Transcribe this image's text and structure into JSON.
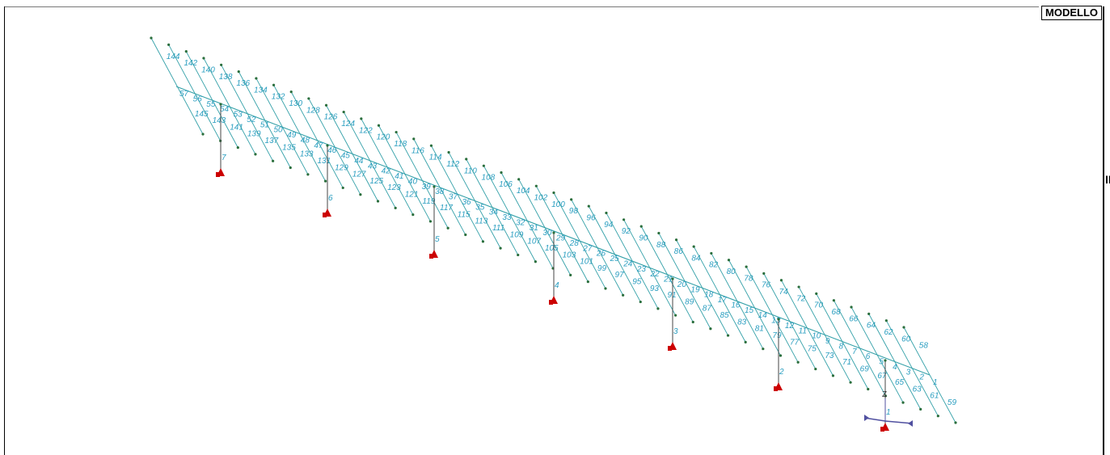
{
  "view": {
    "title": "MODELLO",
    "side_marker": "ID"
  },
  "colors": {
    "member": "#33a0a8",
    "node": "#2a6e3c",
    "label": "#2a9ec0",
    "support": "#cc0000",
    "pier": "#444444",
    "axis_x": "#5050a0",
    "axis_y": "#5050a0"
  },
  "deck": {
    "girder_labels": [
      "1",
      "2",
      "3",
      "4",
      "5",
      "6",
      "7",
      "8",
      "9",
      "10",
      "11",
      "12",
      "13",
      "14",
      "15",
      "16",
      "17",
      "18",
      "19",
      "20",
      "21",
      "22",
      "23",
      "24",
      "25",
      "26",
      "27",
      "28",
      "29",
      "30",
      "31",
      "32",
      "33",
      "34",
      "35",
      "36",
      "37",
      "38",
      "39",
      "40",
      "41",
      "42",
      "43",
      "44",
      "45",
      "46",
      "47",
      "48",
      "49",
      "50",
      "51",
      "52",
      "53",
      "54",
      "55",
      "56",
      "57"
    ],
    "transverse_left_labels": [
      "144",
      "142",
      "140",
      "138",
      "136",
      "134",
      "132",
      "130",
      "128",
      "126",
      "124",
      "122",
      "120",
      "118",
      "116",
      "114",
      "112",
      "110",
      "108",
      "106",
      "104",
      "102",
      "100",
      "98",
      "96",
      "94",
      "92",
      "90",
      "88",
      "86",
      "84",
      "82",
      "80",
      "78",
      "76",
      "74",
      "72",
      "70",
      "68",
      "66",
      "64",
      "62",
      "60",
      "58"
    ],
    "transverse_right_labels": [
      "145",
      "143",
      "141",
      "139",
      "137",
      "135",
      "133",
      "131",
      "129",
      "127",
      "125",
      "123",
      "121",
      "119",
      "117",
      "115",
      "113",
      "111",
      "109",
      "107",
      "105",
      "103",
      "101",
      "99",
      "97",
      "95",
      "93",
      "91",
      "89",
      "87",
      "85",
      "83",
      "81",
      "79",
      "77",
      "75",
      "73",
      "71",
      "69",
      "67",
      "65",
      "63",
      "61",
      "59"
    ]
  },
  "piers": [
    {
      "label": "7"
    },
    {
      "label": "6"
    },
    {
      "label": "5"
    },
    {
      "label": "4"
    },
    {
      "label": "3"
    },
    {
      "label": "2"
    },
    {
      "label": "1"
    }
  ],
  "axis": {
    "z_label": "Z"
  }
}
